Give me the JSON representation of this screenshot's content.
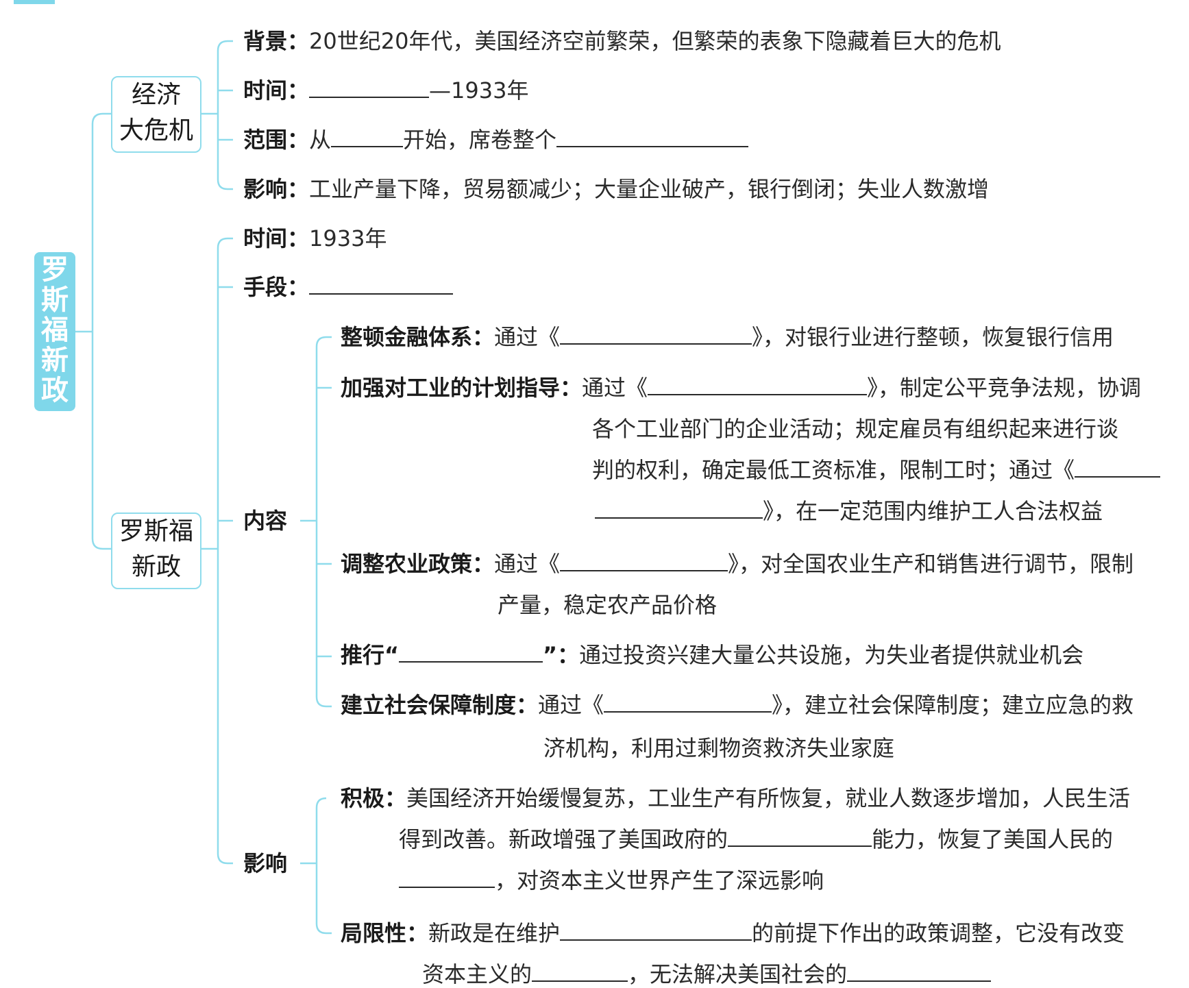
{
  "root": {
    "label_chars": [
      "罗",
      "斯",
      "福",
      "新",
      "政"
    ]
  },
  "crisis": {
    "node": [
      "经济",
      "大危机"
    ],
    "background": {
      "label": "背景：",
      "text": "20世纪20年代，美国经济空前繁荣，但繁荣的表象下隐藏着巨大的危机"
    },
    "time": {
      "label": "时间：",
      "text": "—1933年"
    },
    "scope": {
      "label": "范围：",
      "t1": "从",
      "t2": "开始，席卷整个"
    },
    "impact": {
      "label": "影响：",
      "text": "工业产量下降，贸易额减少；大量企业破产，银行倒闭；失业人数激增"
    }
  },
  "newdeal": {
    "node": [
      "罗斯福",
      "新政"
    ],
    "time": {
      "label": "时间：",
      "text": "1933年"
    },
    "means": {
      "label": "手段："
    },
    "content": {
      "label": "内容",
      "finance": {
        "label": "整顿金融体系：",
        "t1": "通过《",
        "t2": "》，对银行业进行整顿，恢复银行信用"
      },
      "industry": {
        "label": "加强对工业的计划指导：",
        "t1": "通过《",
        "t2": "》，制定公平竞争法规，协调",
        "l2": "各个工业部门的企业活动；规定雇员有组织起来进行谈",
        "l3": "判的权利，确定最低工资标准，限制工时；通过《",
        "l4": "》，在一定范围内维护工人合法权益"
      },
      "agriculture": {
        "label": "调整农业政策：",
        "t1": "通过《",
        "t2": "》，对全国农业生产和销售进行调节，限制",
        "l2": "产量，稳定农产品价格"
      },
      "relief": {
        "label": "推行“",
        "t2": "”：",
        "t3": "通过投资兴建大量公共设施，为失业者提供就业机会"
      },
      "security": {
        "label": "建立社会保障制度：",
        "t1": "通过《",
        "t2": "》，建立社会保障制度；建立应急的救",
        "l2": "济机构，利用过剩物资救济失业家庭"
      }
    },
    "impact": {
      "label": "影响",
      "positive": {
        "label": "积极：",
        "l1": "美国经济开始缓慢复苏，工业生产有所恢复，就业人数逐步增加，人民生活",
        "l2a": "得到改善。新政增强了美国政府的",
        "l2b": "能力，恢复了美国人民的",
        "l3": "，对资本主义世界产生了深远影响"
      },
      "limit": {
        "label": "局限性：",
        "l1a": "新政是在维护",
        "l1b": "的前提下作出的政策调整，它没有改变",
        "l2a": "资本主义的",
        "l2b": "，无法解决美国社会的"
      }
    }
  }
}
